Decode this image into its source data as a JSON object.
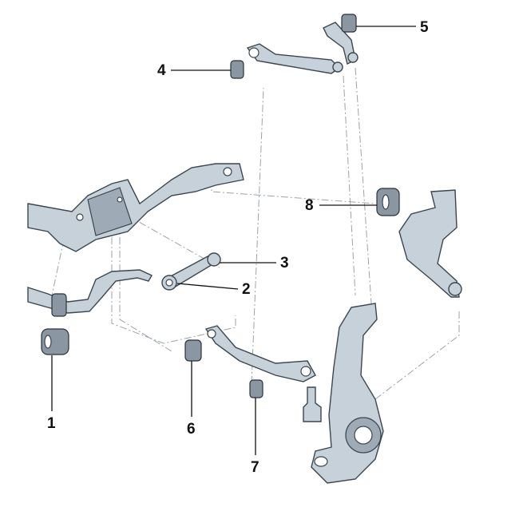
{
  "callouts": [
    {
      "number": "1",
      "part": "stabilizer-bushing"
    },
    {
      "number": "2",
      "part": "coupling-rod-lower-joint"
    },
    {
      "number": "3",
      "part": "coupling-rod-upper-joint"
    },
    {
      "number": "4",
      "part": "upper-link-bushing-front"
    },
    {
      "number": "5",
      "part": "upper-link-bushing-rear"
    },
    {
      "number": "6",
      "part": "lower-wishbone-bushing"
    },
    {
      "number": "7",
      "part": "lower-wishbone-rear-bushing"
    },
    {
      "number": "8",
      "part": "guide-link-bushing"
    }
  ],
  "colors": {
    "part": "#c7d1da",
    "outline": "#3b4650",
    "label": "#111111"
  }
}
